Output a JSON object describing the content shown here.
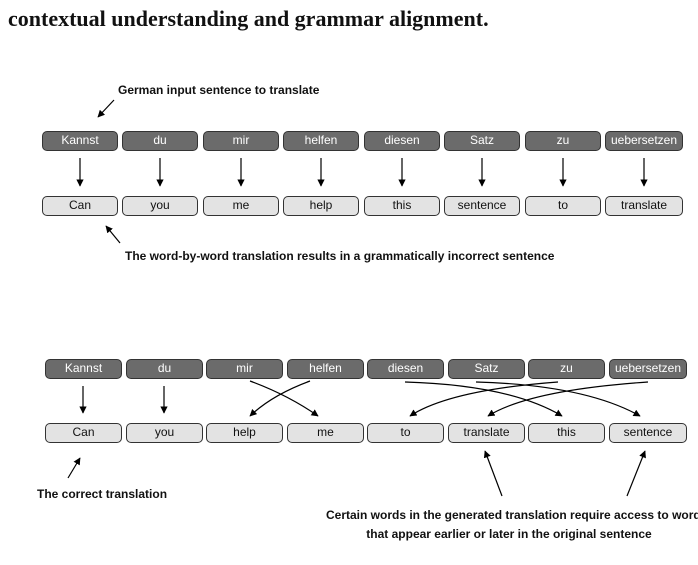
{
  "heading": "contextual understanding and grammar alignment.",
  "diagram1": {
    "input_note": "German input sentence to translate",
    "german": [
      "Kannst",
      "du",
      "mir",
      "helfen",
      "diesen",
      "Satz",
      "zu",
      "uebersetzen"
    ],
    "english": [
      "Can",
      "you",
      "me",
      "help",
      "this",
      "sentence",
      "to",
      "translate"
    ],
    "result_note": "The word-by-word translation results in a grammatically incorrect sentence"
  },
  "diagram2": {
    "german": [
      "Kannst",
      "du",
      "mir",
      "helfen",
      "diesen",
      "Satz",
      "zu",
      "uebersetzen"
    ],
    "english": [
      "Can",
      "you",
      "help",
      "me",
      "to",
      "translate",
      "this",
      "sentence"
    ],
    "correct_note": "The correct translation",
    "context_note_line1": "Certain words in the generated translation require access to words",
    "context_note_line2": "that appear earlier or later in the original sentence"
  }
}
